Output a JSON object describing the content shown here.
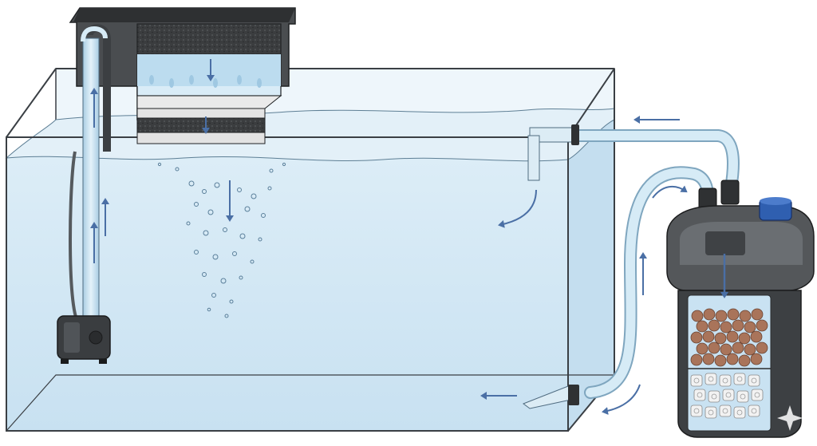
{
  "diagram": {
    "kind": "aquarium-filtration-illustration",
    "components": [
      "aquarium-tank",
      "hang-on-back-filter",
      "submersible-pump",
      "canister-filter",
      "intake-tube",
      "return-outlet",
      "hoses",
      "air-bubbles",
      "flow-arrows"
    ],
    "colors": {
      "water": "#d6e9f5",
      "water_deep": "#b7d7ee",
      "glass_edge": "#3a3f44",
      "filter_body": "#4a4d50",
      "filter_dark": "#2e3032",
      "sponge": "#3b3d3f",
      "pad_white": "#eaeaea",
      "hose": "#cfe6f3",
      "arrow": "#4a6fa5",
      "canister_cap": "#2f5fb0",
      "ceramic_balls": "#a9745a",
      "ceramic_rings": "#f2f2f2"
    }
  }
}
